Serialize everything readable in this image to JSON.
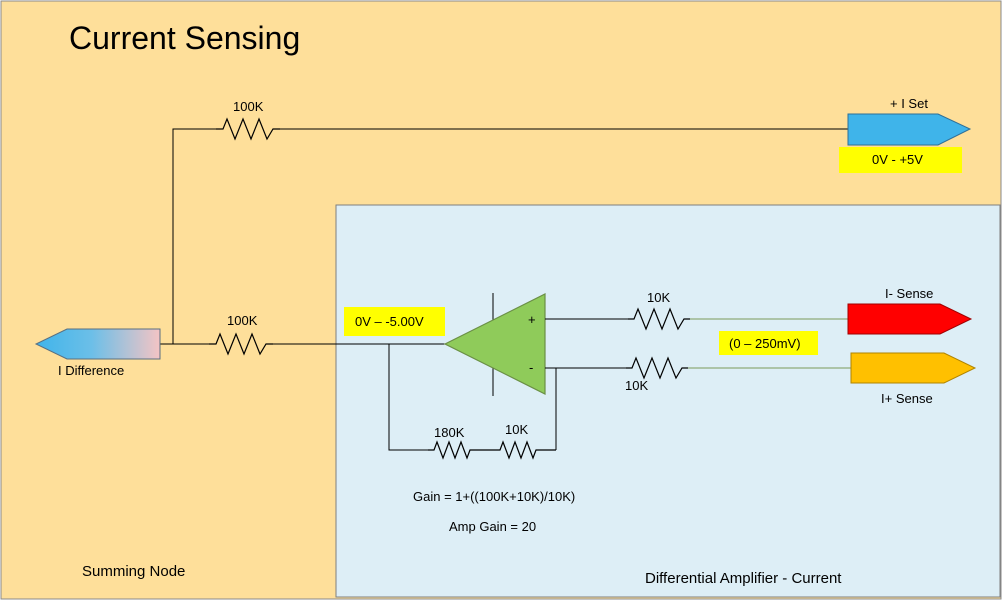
{
  "title": "Current Sensing",
  "sections": {
    "summing_node": "Summing Node",
    "diff_amp": "Differential Amplifier - Current"
  },
  "colors": {
    "outer_bg": "#fedf9a",
    "inner_bg": "#ddeef6",
    "highlight": "#ffff00",
    "opamp": "#8fcb5a",
    "i_set": "#3fb4ea",
    "i_minus_sense": "#ff0000",
    "i_plus_sense": "#ffc000",
    "i_diff_left": "#3fb4ea",
    "i_diff_right": "#f4c4c4"
  },
  "resistors": {
    "r_top": "100K",
    "r_mid": "100K",
    "r_plus": "10K",
    "r_minus": "10K",
    "r_fb1": "180K",
    "r_fb2": "10K"
  },
  "ports": {
    "i_set": "+ I Set",
    "i_minus_sense": "I- Sense",
    "i_plus_sense": "I+ Sense",
    "i_difference": "I Difference"
  },
  "opamp": {
    "plus": "+",
    "minus": "-"
  },
  "highlights": {
    "set_range": "0V - +5V",
    "out_range": "0V – -5.00V",
    "sense_range": "(0 – 250mV)"
  },
  "notes": {
    "gain": "Gain = 1+((100K+10K)/10K)",
    "amp_gain": "Amp Gain = 20"
  }
}
